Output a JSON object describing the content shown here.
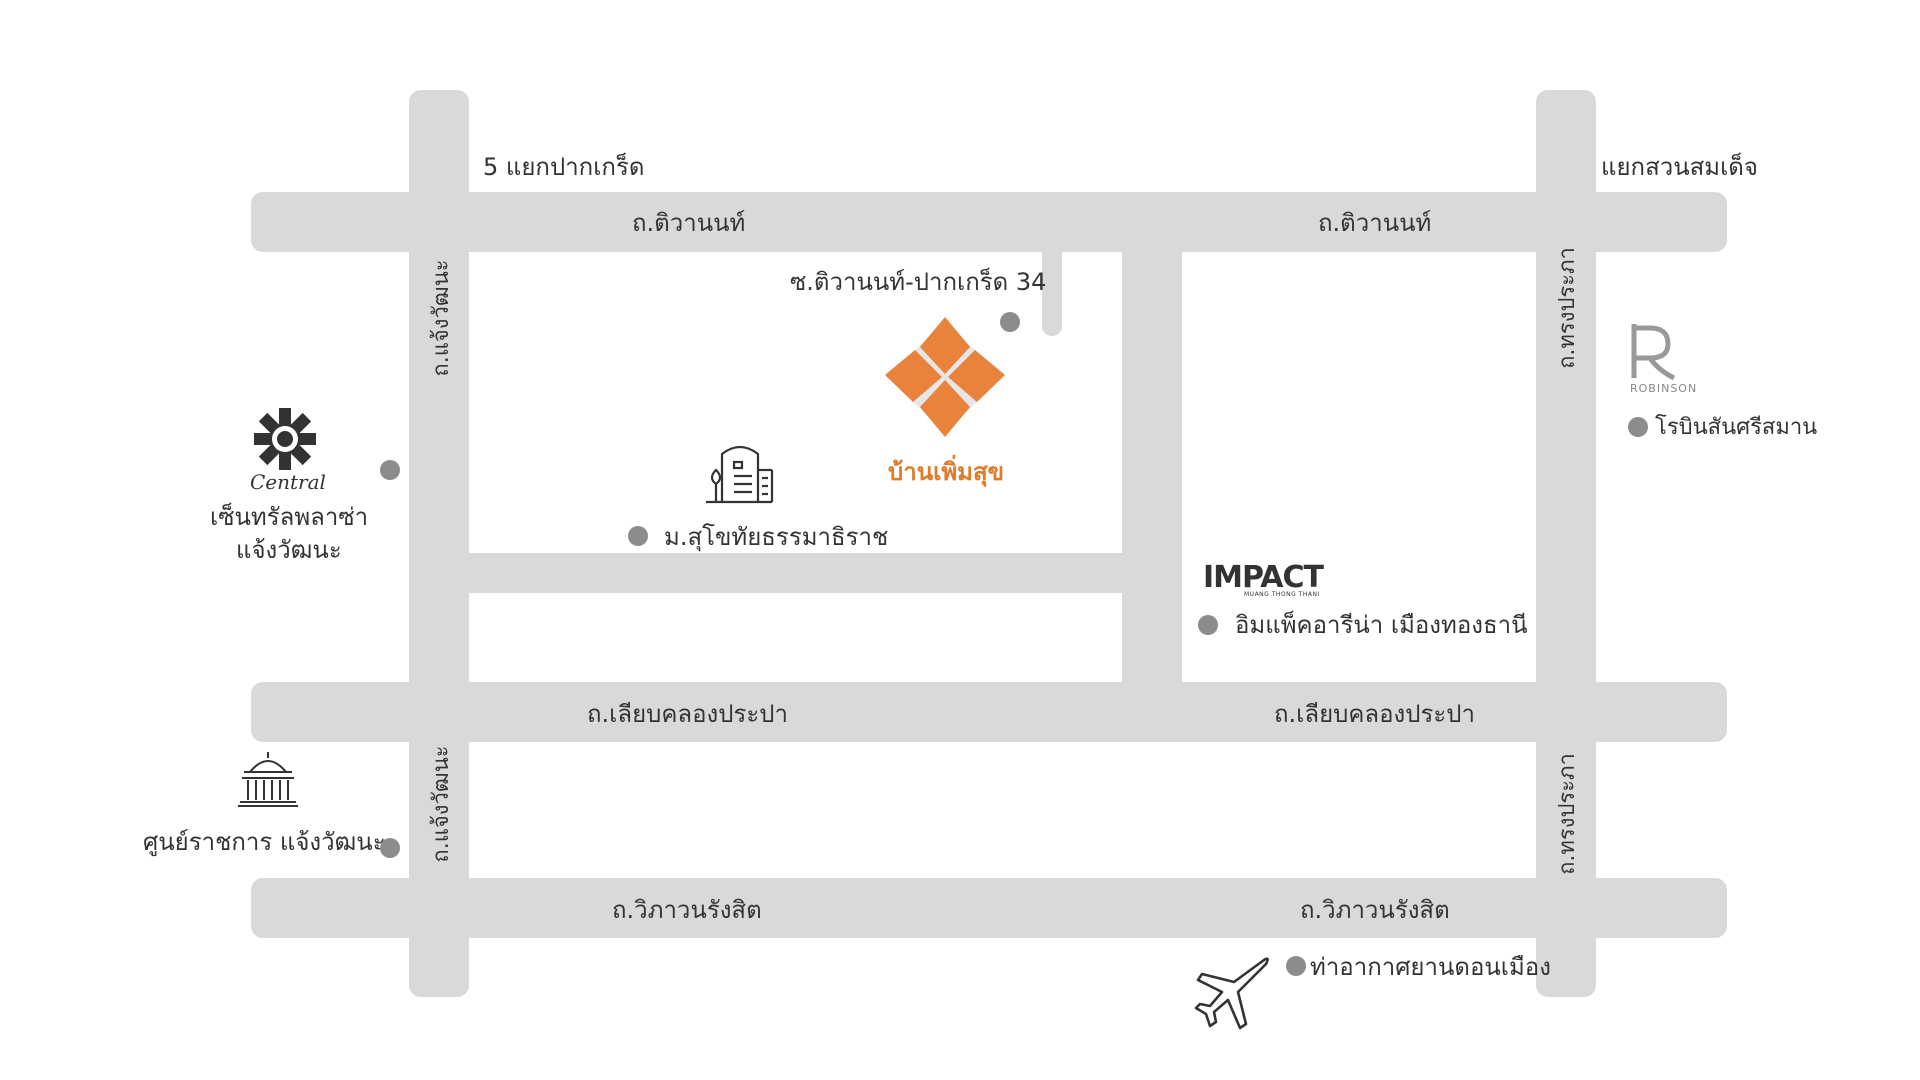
{
  "colors": {
    "road": "#d9d9d9",
    "text": "#333333",
    "dot": "#8c8c8c",
    "accent": "#e07b2a"
  },
  "roads": {
    "tiwanon_left": "ถ.ติวานนท์",
    "tiwanon_right": "ถ.ติวานนท์",
    "liap_left": "ถ.เลียบคลองประปา",
    "liap_right": "ถ.เลียบคลองประปา",
    "vibha_left": "ถ.วิภาวนรังสิต",
    "vibha_right": "ถ.วิภาวนรังสิต",
    "chaeng_top": "ถ.แจ้งวัฒนะ",
    "chaeng_bottom": "ถ.แจ้งวัฒนะ",
    "song_top": "ถ.ทรงประภา",
    "song_bottom": "ถ.ทรงประภา",
    "soi_tiwanon": "ซ.ติวานนท์-ปากเกร็ด 34"
  },
  "intersections": {
    "pak_kret": "5 แยกปากเกร็ด",
    "suan_somdet": "แยกสวนสมเด็จ"
  },
  "project": {
    "name": "บ้านเพิ่มสุข"
  },
  "landmarks": {
    "central_logo": "Central",
    "central_line1": "เซ็นทรัลพลาซ่า",
    "central_line2": "แจ้งวัฒนะ",
    "government": "ศูนย์ราชการ แจ้งวัฒนะ",
    "university": "ม.สุโขทัยธรรมาธิราช",
    "impact_logo": "IMPACT",
    "impact_sub": "MUANG THONG THANI",
    "impact": "อิมแพ็คอารีน่า เมืองทองธานี",
    "robinson_logo": "ROBINSON",
    "robinson": "โรบินสันศรีสมาน",
    "airport": "ท่าอากาศยานดอนเมือง"
  },
  "icons": [
    "central-logo",
    "government-building-icon",
    "university-building-icon",
    "project-logo",
    "impact-logo",
    "robinson-logo",
    "airplane-icon"
  ]
}
